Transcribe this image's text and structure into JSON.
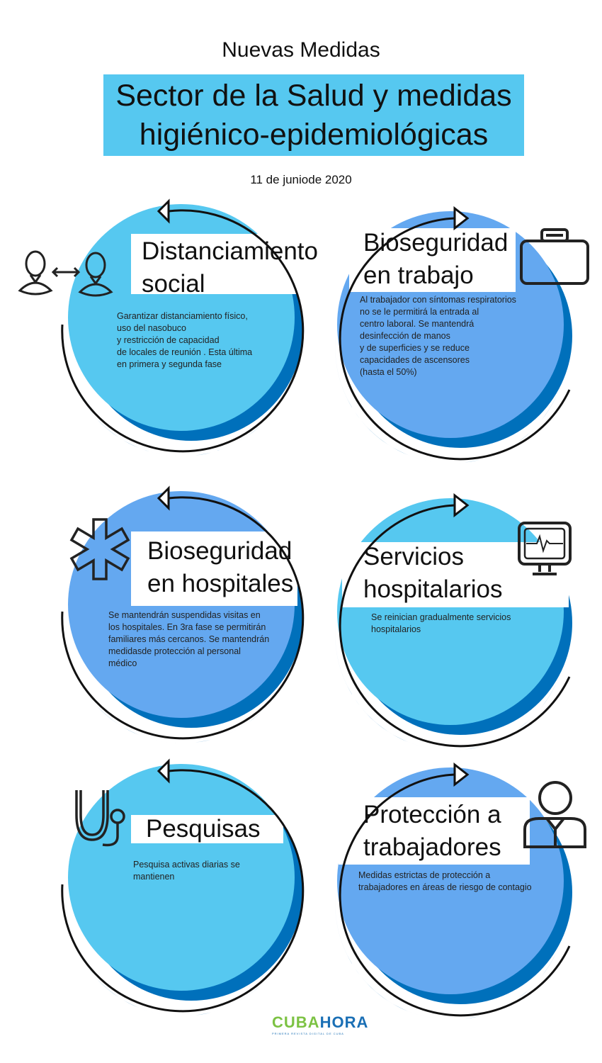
{
  "header": {
    "pretitle": "Nuevas Medidas",
    "title_line1": "Sector de la Salud y medidas",
    "title_line2": "higiénico-epidemiológicas",
    "date": "11 de juniode 2020"
  },
  "colors": {
    "light": "#56c8f0",
    "medium": "#64a8f0",
    "dark": "#0070bb",
    "banner": "#56c8f0"
  },
  "cards": [
    {
      "title": "Distanciamiento\nsocial",
      "text": "Garantizar distanciamiento físico,\nuso del nasobuco\ny restricción de capacidad\nde locales de reunión . Esta última\nen primera y segunda fase",
      "icon": "social-distance-icon",
      "fill": "light"
    },
    {
      "title": "Bioseguridad\nen trabajo",
      "text": "Al trabajador con síntomas respiratorios\nno se le permitirá la entrada al\ncentro laboral. Se mantendrá\ndesinfección de manos\n y de superficies y se reduce\ncapacidades de ascensores\n(hasta el 50%)",
      "icon": "briefcase-icon",
      "fill": "medium"
    },
    {
      "title": "Bioseguridad\nen hospitales",
      "text": "Se mantendrán suspendidas visitas en\nlos hospitales. En 3ra fase se permitirán\nfamiliares más cercanos. Se mantendrán\nmedidasde protección al personal\nmédico",
      "icon": "medical-star-icon",
      "fill": "medium"
    },
    {
      "title": "Servicios\nhospitalarios",
      "text": "Se reinician gradualmente servicios\nhospitalarios",
      "icon": "heart-monitor-icon",
      "fill": "light"
    },
    {
      "title": "Pesquisas",
      "text": "Pesquisa activas diarias se\nmantienen",
      "icon": "stethoscope-icon",
      "fill": "light"
    },
    {
      "title": "Protección a\ntrabajadores",
      "text": "Medidas estrictas de protección a\ntrabajadores en áreas de riesgo de contagio",
      "icon": "worker-icon",
      "fill": "medium"
    }
  ],
  "logo": {
    "text_a": "CUBA",
    "text_b": "HORA",
    "tagline": "PRIMERA REVISTA DIGITAL DE CUBA"
  }
}
